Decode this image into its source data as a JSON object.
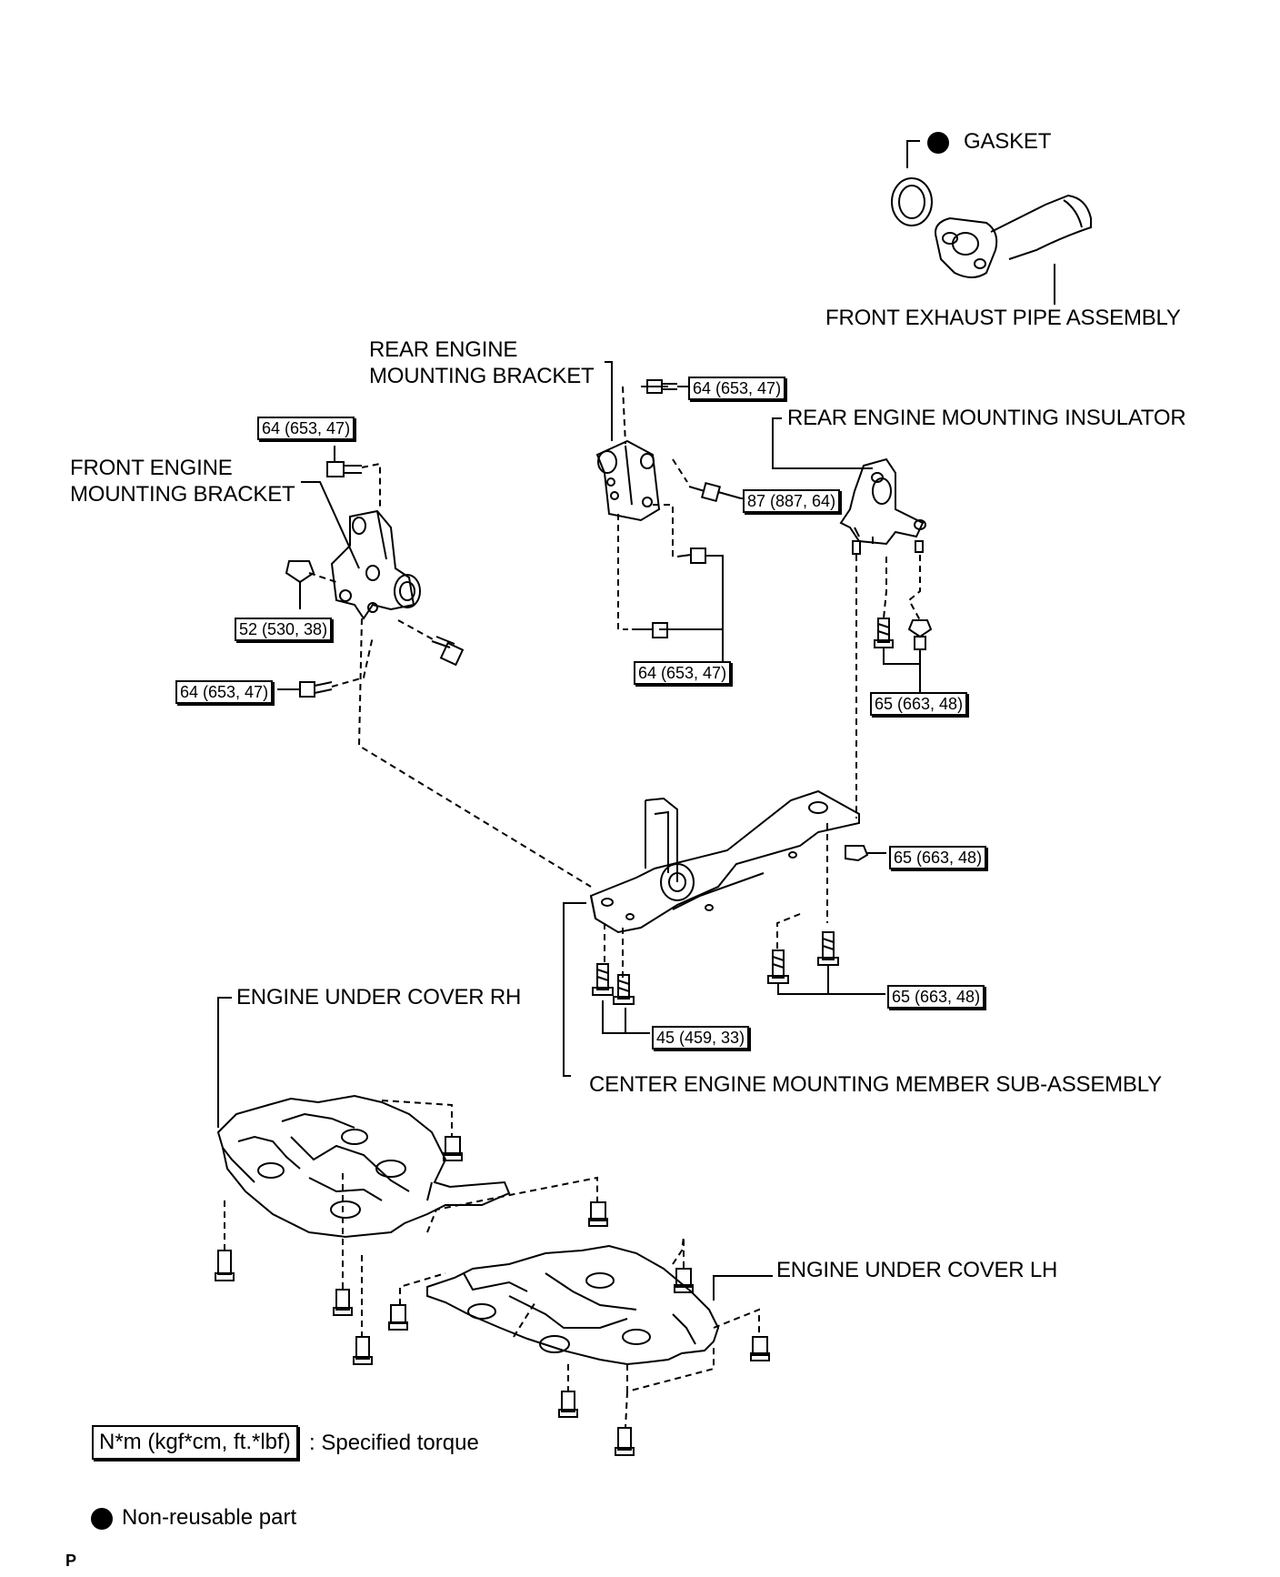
{
  "labels": {
    "gasket": "GASKET",
    "front_exhaust_pipe": "FRONT EXHAUST PIPE ASSEMBLY",
    "rear_bracket_line1": "REAR ENGINE",
    "rear_bracket_line2": "MOUNTING BRACKET",
    "rear_insulator": "REAR ENGINE MOUNTING INSULATOR",
    "front_bracket_line1": "FRONT ENGINE",
    "front_bracket_line2": "MOUNTING BRACKET",
    "under_cover_rh": "ENGINE UNDER COVER RH",
    "center_member": "CENTER ENGINE MOUNTING MEMBER SUB-ASSEMBLY",
    "under_cover_lh": "ENGINE UNDER COVER LH"
  },
  "torques": {
    "t1": "64 (653, 47)",
    "t2": "64 (653, 47)",
    "t3": "87 (887, 64)",
    "t4": "52 (530, 38)",
    "t5": "64 (653, 47)",
    "t6": "64 (653, 47)",
    "t7": "65 (663, 48)",
    "t8": "65 (663, 48)",
    "t9": "65 (663, 48)",
    "t10": "45 (459, 33)"
  },
  "legend": {
    "torque_unit": "N*m (kgf*cm, ft.*lbf)",
    "torque_desc": ": Specified torque",
    "nonreusable": "Non-reusable part"
  },
  "page_mark": "P"
}
